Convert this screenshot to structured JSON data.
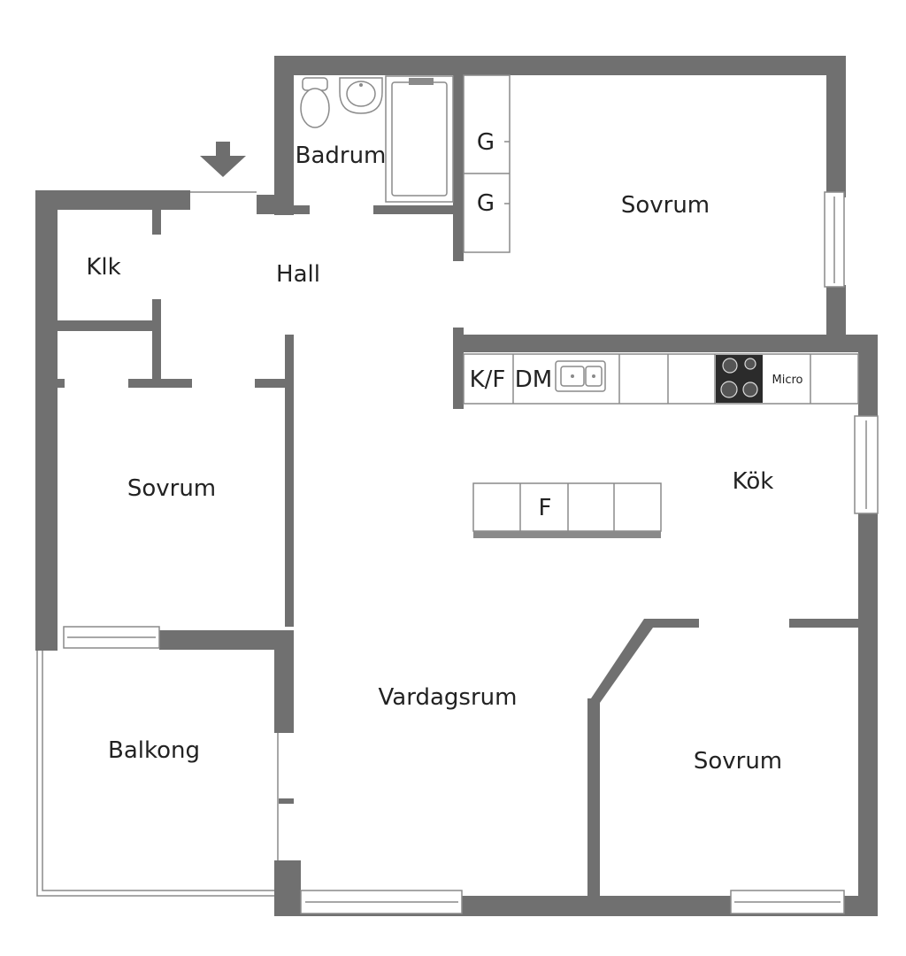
{
  "floorplan": {
    "rooms": {
      "badrum": "Badrum",
      "klk": "Klk",
      "hall": "Hall",
      "sovrum_top": "Sovrum",
      "sovrum_left": "Sovrum",
      "kok": "Kök",
      "vardagsrum": "Vardagsrum",
      "balkong": "Balkong",
      "sovrum_bottom": "Sovrum"
    },
    "fixtures": {
      "g1": "G",
      "g2": "G",
      "kf": "K/F",
      "dm": "DM",
      "micro": "Micro",
      "f": "F"
    },
    "colors": {
      "wall": "#707070",
      "fixture_line": "#8a8a8a",
      "stove": "#2b2b2b"
    },
    "icons": [
      "entrance-arrow-icon",
      "toilet-icon",
      "sink-icon",
      "bathtub-icon",
      "kitchen-sink-icon",
      "stove-icon"
    ]
  }
}
